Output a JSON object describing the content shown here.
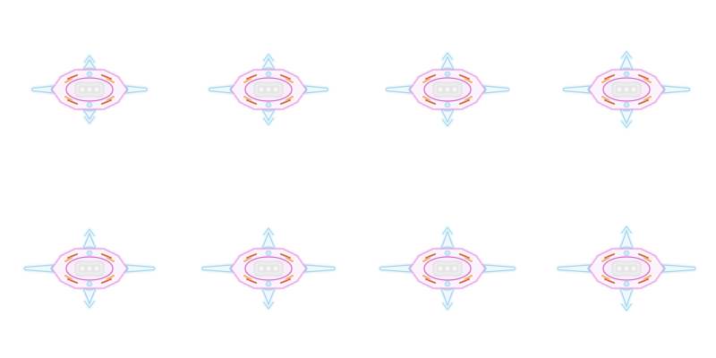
{
  "sheet": {
    "background": "#ffffff",
    "rows": 2,
    "columns": 4,
    "frames": [
      {
        "id": 1,
        "arm_extension": 0.1
      },
      {
        "id": 2,
        "arm_extension": 0.25
      },
      {
        "id": 3,
        "arm_extension": 0.4
      },
      {
        "id": 4,
        "arm_extension": 0.55
      },
      {
        "id": 5,
        "arm_extension": 0.7
      },
      {
        "id": 6,
        "arm_extension": 0.8
      },
      {
        "id": 7,
        "arm_extension": 0.9
      },
      {
        "id": 8,
        "arm_extension": 1.0
      }
    ]
  },
  "colors": {
    "outer_ring": "#e7a6e4",
    "inner_ring": "#d46fcd",
    "arm_stroke": "#a6d7ee",
    "arm_fill": "#eef8fd",
    "core_fill": "#ececec",
    "core_stroke": "#d9d9d9",
    "vent_red": "#e06c4c",
    "vent_orange": "#f2b06a",
    "node_blue": "#cbe6f6"
  },
  "icons": {
    "frame": "glowing-ship-sprite-icon"
  }
}
